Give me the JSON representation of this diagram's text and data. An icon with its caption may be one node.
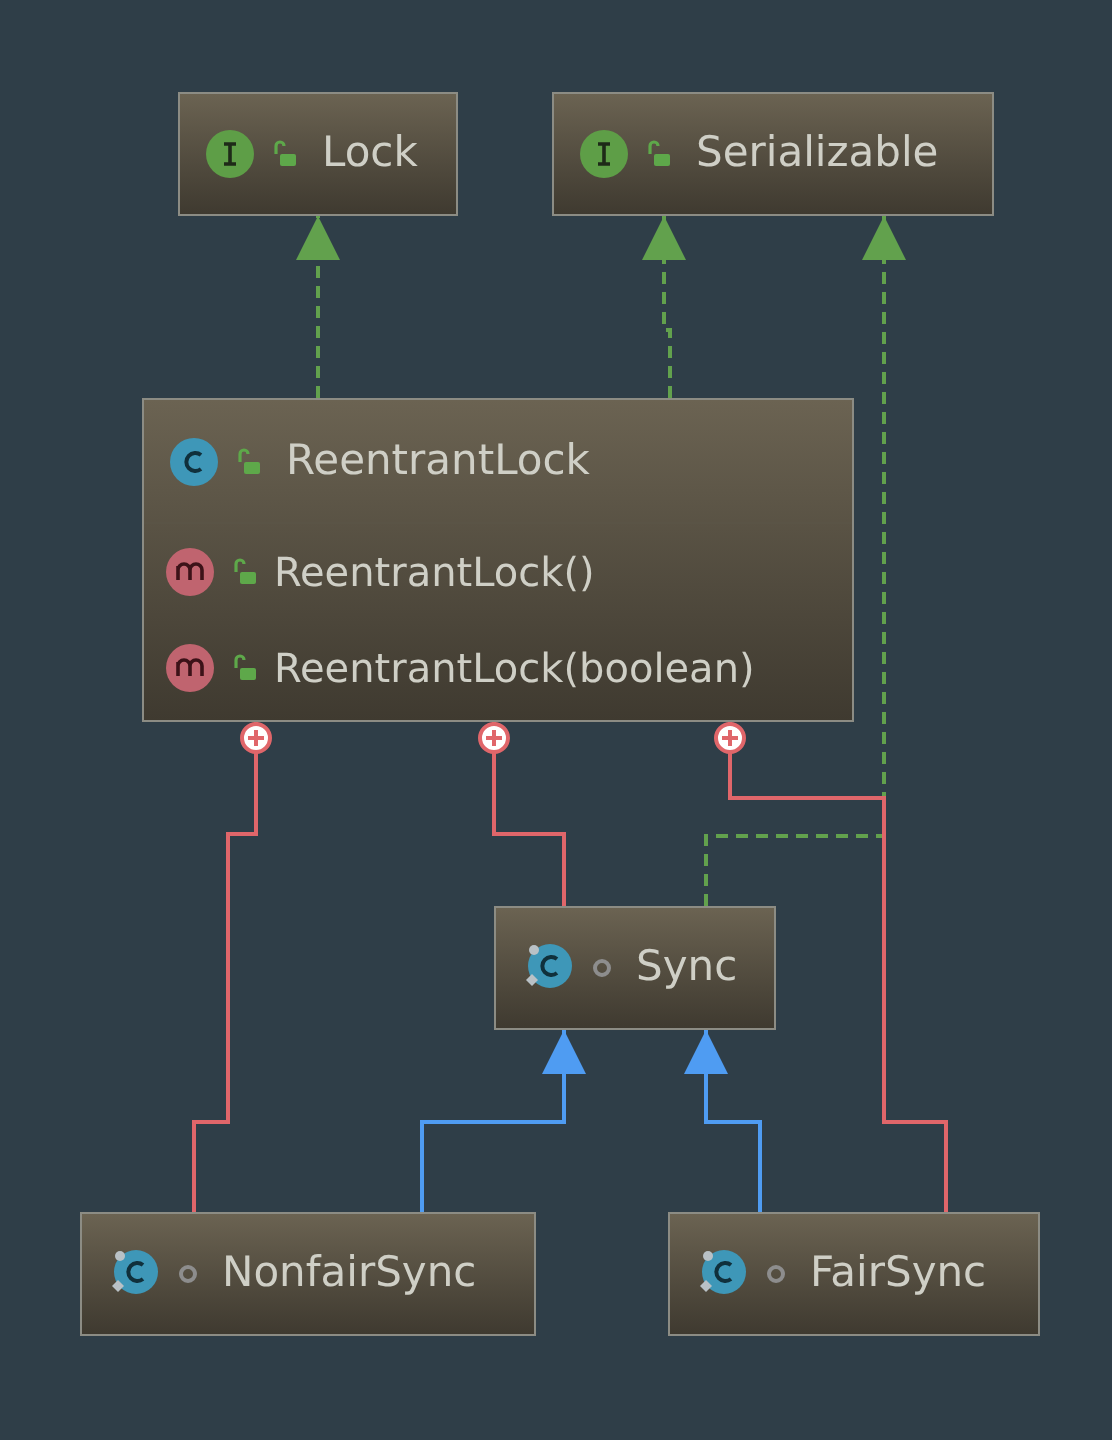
{
  "diagram": {
    "nodes": [
      {
        "text": [
          "Lock"
        ]
      },
      {
        "text": [
          "Serializable"
        ]
      },
      {
        "text": [
          "ReentrantLock",
          "ReentrantLock()",
          "ReentrantLock(boolean)"
        ]
      },
      {
        "text": [
          "Sync"
        ]
      },
      {
        "text": [
          "NonfairSync"
        ]
      },
      {
        "text": [
          "FairSync"
        ]
      }
    ],
    "edges": [
      {
        "from": 2,
        "to": 0,
        "arrow": "to",
        "style": "dashed",
        "color": "#62a14d"
      },
      {
        "from": 2,
        "to": 1,
        "arrow": "to",
        "style": "dashed",
        "color": "#62a14d"
      },
      {
        "from": 3,
        "to": 1,
        "arrow": "to",
        "style": "dashed",
        "color": "#62a14d"
      },
      {
        "from": 2,
        "to": 4,
        "arrow": "other",
        "color": "#e0666a"
      },
      {
        "from": 2,
        "to": 3,
        "arrow": "other",
        "color": "#e0666a"
      },
      {
        "from": 2,
        "to": 5,
        "arrow": "other",
        "color": "#e0666a"
      },
      {
        "from": 4,
        "to": 3,
        "arrow": "to",
        "color": "#4f9cf2"
      },
      {
        "from": 5,
        "to": 3,
        "arrow": "to",
        "color": "#4f9cf2"
      }
    ]
  }
}
